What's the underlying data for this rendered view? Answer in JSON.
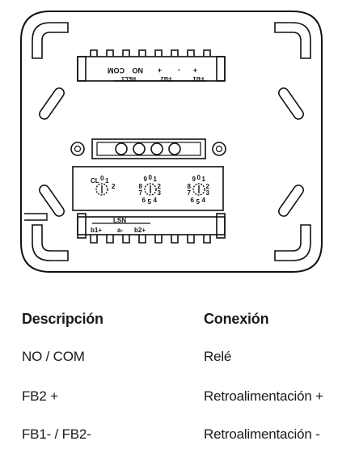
{
  "diagram": {
    "top_labels": {
      "no": "NO",
      "com": "COM",
      "rel1": "REL1",
      "fb2": "FB2",
      "fb1": "FB1",
      "plus1": "+",
      "plus2": "+",
      "minus1": "-",
      "minus2": "-"
    },
    "cl": "CL",
    "dial_left": [
      "0",
      "1",
      "2"
    ],
    "dial_right_a": [
      "9",
      "0",
      "1",
      "8",
      "2",
      "7",
      "3",
      "6",
      "5",
      "4"
    ],
    "dial_right_b": [
      "9",
      "0",
      "1",
      "8",
      "2",
      "7",
      "3",
      "6",
      "5",
      "4"
    ],
    "lsn": "LSN",
    "bottom_labels": {
      "b1": "b1+",
      "a": "a-",
      "b2": "b2+"
    }
  },
  "table": {
    "headers": [
      "Descripción",
      "Conexión"
    ],
    "rows": [
      [
        "NO / COM",
        "Relé"
      ],
      [
        "FB2 +",
        "Retroalimentación +"
      ],
      [
        "FB1- / FB2-",
        "Retroalimentación -"
      ]
    ]
  }
}
